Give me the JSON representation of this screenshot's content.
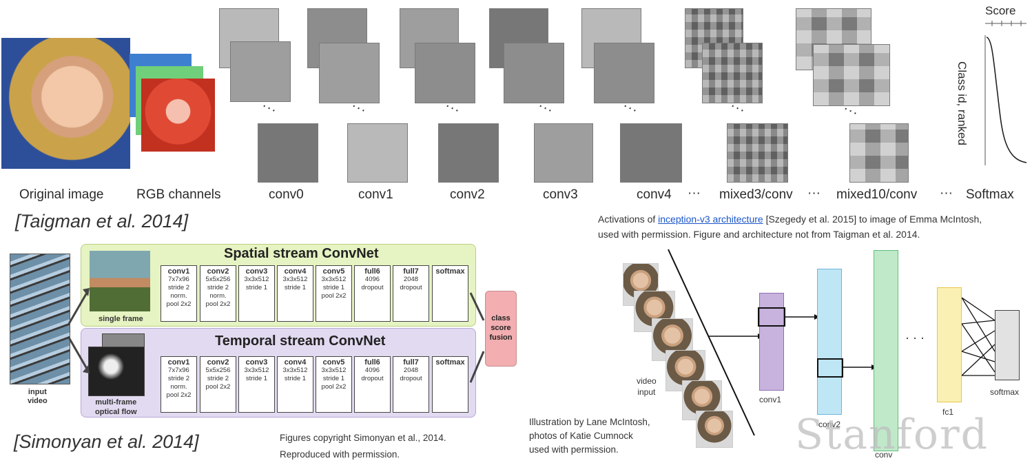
{
  "top_labels": {
    "original": "Original image",
    "rgb": "RGB channels",
    "conv0": "conv0",
    "conv1": "conv1",
    "conv2": "conv2",
    "conv3": "conv3",
    "conv4": "conv4",
    "mixed3": "mixed3/conv",
    "mixed10": "mixed10/conv",
    "softmax": "Softmax",
    "sep": "···",
    "ellipsis_between": "..."
  },
  "score_plot": {
    "title": "Score",
    "ylabel": "Class id, ranked"
  },
  "citations": {
    "taigman": "[Taigman et al. 2014]",
    "simonyan": "[Simonyan et al. 2014]"
  },
  "caption_top": {
    "pre": "Activations of ",
    "link": "inception-v3 architecture",
    "post1": " [Szegedy et al. 2015] to image of Emma McIntosh,",
    "line2": "used with permission. Figure and architecture not from Taigman et al. 2014."
  },
  "two_stream": {
    "spatial_title": "Spatial stream ConvNet",
    "temporal_title": "Temporal stream ConvNet",
    "single_frame": "single frame",
    "multi_frame_1": "multi-frame",
    "multi_frame_2": "optical flow",
    "input_1": "input",
    "input_2": "video",
    "fusion_1": "class",
    "fusion_2": "score",
    "fusion_3": "fusion",
    "layers": [
      {
        "name": "conv1",
        "l1": "7x7x96",
        "l2": "stride 2",
        "l3": "norm.",
        "l4": "pool 2x2"
      },
      {
        "name": "conv2",
        "l1": "5x5x256",
        "l2": "stride 2",
        "l3": "norm.",
        "l4": "pool 2x2"
      },
      {
        "name": "conv3",
        "l1": "3x3x512",
        "l2": "stride 1",
        "l3": "",
        "l4": ""
      },
      {
        "name": "conv4",
        "l1": "3x3x512",
        "l2": "stride 1",
        "l3": "",
        "l4": ""
      },
      {
        "name": "conv5",
        "l1": "3x3x512",
        "l2": "stride 1",
        "l3": "pool 2x2",
        "l4": ""
      },
      {
        "name": "full6",
        "l1": "4096",
        "l2": "dropout",
        "l3": "",
        "l4": ""
      },
      {
        "name": "full7",
        "l1": "2048",
        "l2": "dropout",
        "l3": "",
        "l4": ""
      },
      {
        "name": "softmax",
        "l1": "",
        "l2": "",
        "l3": "",
        "l4": ""
      }
    ],
    "layers_temporal": [
      {
        "name": "conv1",
        "l1": "7x7x96",
        "l2": "stride 2",
        "l3": "norm.",
        "l4": "pool 2x2"
      },
      {
        "name": "conv2",
        "l1": "5x5x256",
        "l2": "stride 2",
        "l3": "pool 2x2",
        "l4": ""
      },
      {
        "name": "conv3",
        "l1": "3x3x512",
        "l2": "stride 1",
        "l3": "",
        "l4": ""
      },
      {
        "name": "conv4",
        "l1": "3x3x512",
        "l2": "stride 1",
        "l3": "",
        "l4": ""
      },
      {
        "name": "conv5",
        "l1": "3x3x512",
        "l2": "stride 1",
        "l3": "pool 2x2",
        "l4": ""
      },
      {
        "name": "full6",
        "l1": "4096",
        "l2": "dropout",
        "l3": "",
        "l4": ""
      },
      {
        "name": "full7",
        "l1": "2048",
        "l2": "dropout",
        "l3": "",
        "l4": ""
      },
      {
        "name": "softmax",
        "l1": "",
        "l2": "",
        "l3": "",
        "l4": ""
      }
    ]
  },
  "copyright": {
    "line1": "Figures copyright Simonyan et al., 2014.",
    "line2": "Reproduced with permission."
  },
  "video_net": {
    "video_1": "video",
    "video_2": "input",
    "conv1": "conv1",
    "conv2": "conv2",
    "conv_partial": "conv",
    "fc1": "fc1",
    "softmax": "softmax",
    "dots": "· · ·",
    "colors": {
      "conv1": "#c7b3dd",
      "conv2": "#bfe6f5",
      "conv3": "#bfe9c9",
      "fc1": "#fbf0b4",
      "softmax": "#e2e2e2"
    }
  },
  "illustration_credit": {
    "line1": "Illustration by Lane McIntosh,",
    "line2": "photos of Katie Cumnock",
    "line3": "used with permission."
  },
  "watermark": "Stanford"
}
